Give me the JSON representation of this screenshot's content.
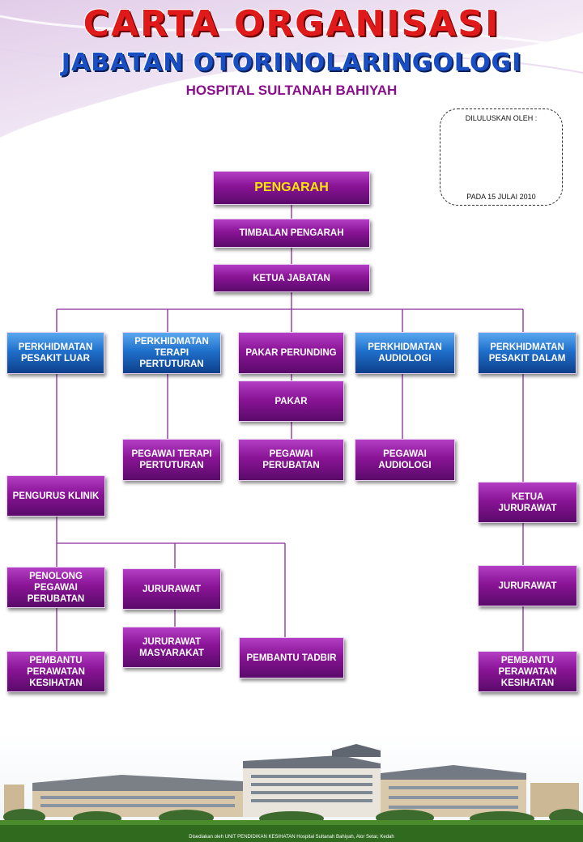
{
  "header": {
    "title": "CARTA ORGANISASI",
    "department": "JABATAN OTORINOLARINGOLOGI",
    "hospital": "HOSPITAL SULTANAH BAHIYAH"
  },
  "approval": {
    "approved_by": "DILULUSKAN OLEH :",
    "date": "PADA 15 JULAI  2010"
  },
  "colors": {
    "purple_node": "#8a1496",
    "blue_node": "#1f70cc",
    "connector": "#8a2a9a",
    "title_red": "#e01a1a",
    "title_blue": "#1a4fc4"
  },
  "chart": {
    "pengarah": "PENGARAH",
    "timbalan": "TIMBALAN PENGARAH",
    "ketua_jabatan": "KETUA JABATAN",
    "pesakit_luar": "PERKHIDMATAN PESAKIT LUAR",
    "terapi_pertuturan": "PERKHIDMATAN TERAPI PERTUTURAN",
    "pakar_perunding": "PAKAR PERUNDING",
    "audiologi": "PERKHIDMATAN AUDIOLOGI",
    "pesakit_dalam": "PERKHIDMATAN PESAKIT DALAM",
    "pakar": "PAKAR",
    "pegawai_terapi": "PEGAWAI TERAPI PERTUTURAN",
    "pegawai_perubatan": "PEGAWAI PERUBATAN",
    "pegawai_audiologi": "PEGAWAI AUDIOLOGI",
    "pengurus_klinik": "PENGURUS KLINIK",
    "ketua_jururawat": "KETUA JURURAWAT",
    "penolong_pegawai": "PENOLONG PEGAWAI PERUBATAN",
    "jururawat_left": "JURURAWAT",
    "jururawat_right": "JURURAWAT",
    "jururawat_masyarakat": "JURURAWAT MASYARAKAT",
    "pembantu_tadbir": "PEMBANTU TADBIR",
    "pembantu_perawatan_left": "PEMBANTU PERAWATAN KESIHATAN",
    "pembantu_perawatan_right": "PEMBANTU PERAWATAN KESIHATAN"
  },
  "footer": {
    "credit": "Disediakan oleh UNIT PENDIDIKAN KESIHATAN Hospital Sultanah Bahiyah, Alor Setar, Kedah"
  }
}
